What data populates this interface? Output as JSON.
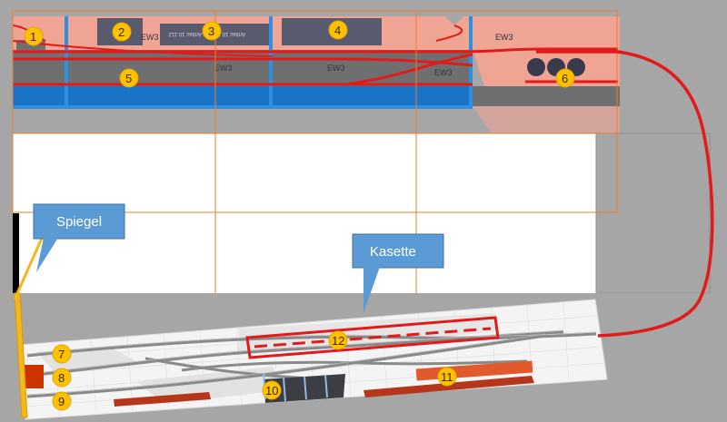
{
  "callouts": {
    "mirror": "Spiegel",
    "cassette": "Kasette"
  },
  "track_labels": {
    "ew3": "EW3"
  },
  "loco_labels": {
    "label_a": "Artitec 10.112",
    "label_b": "Artitec 10.112"
  },
  "markers": [
    "1",
    "2",
    "3",
    "4",
    "5",
    "6",
    "7",
    "8",
    "9",
    "10",
    "11",
    "12"
  ],
  "colors": {
    "background_grey": "#a6a6a6",
    "salmon": "#f0a494",
    "water_blue": "#1a74c8",
    "track_red": "#e21a1a",
    "marker_yellow": "#ffc000",
    "callout_blue": "#5b9bd5",
    "grid_orange": "#ed7d31",
    "mirror_yellow": "#f2b81c"
  }
}
